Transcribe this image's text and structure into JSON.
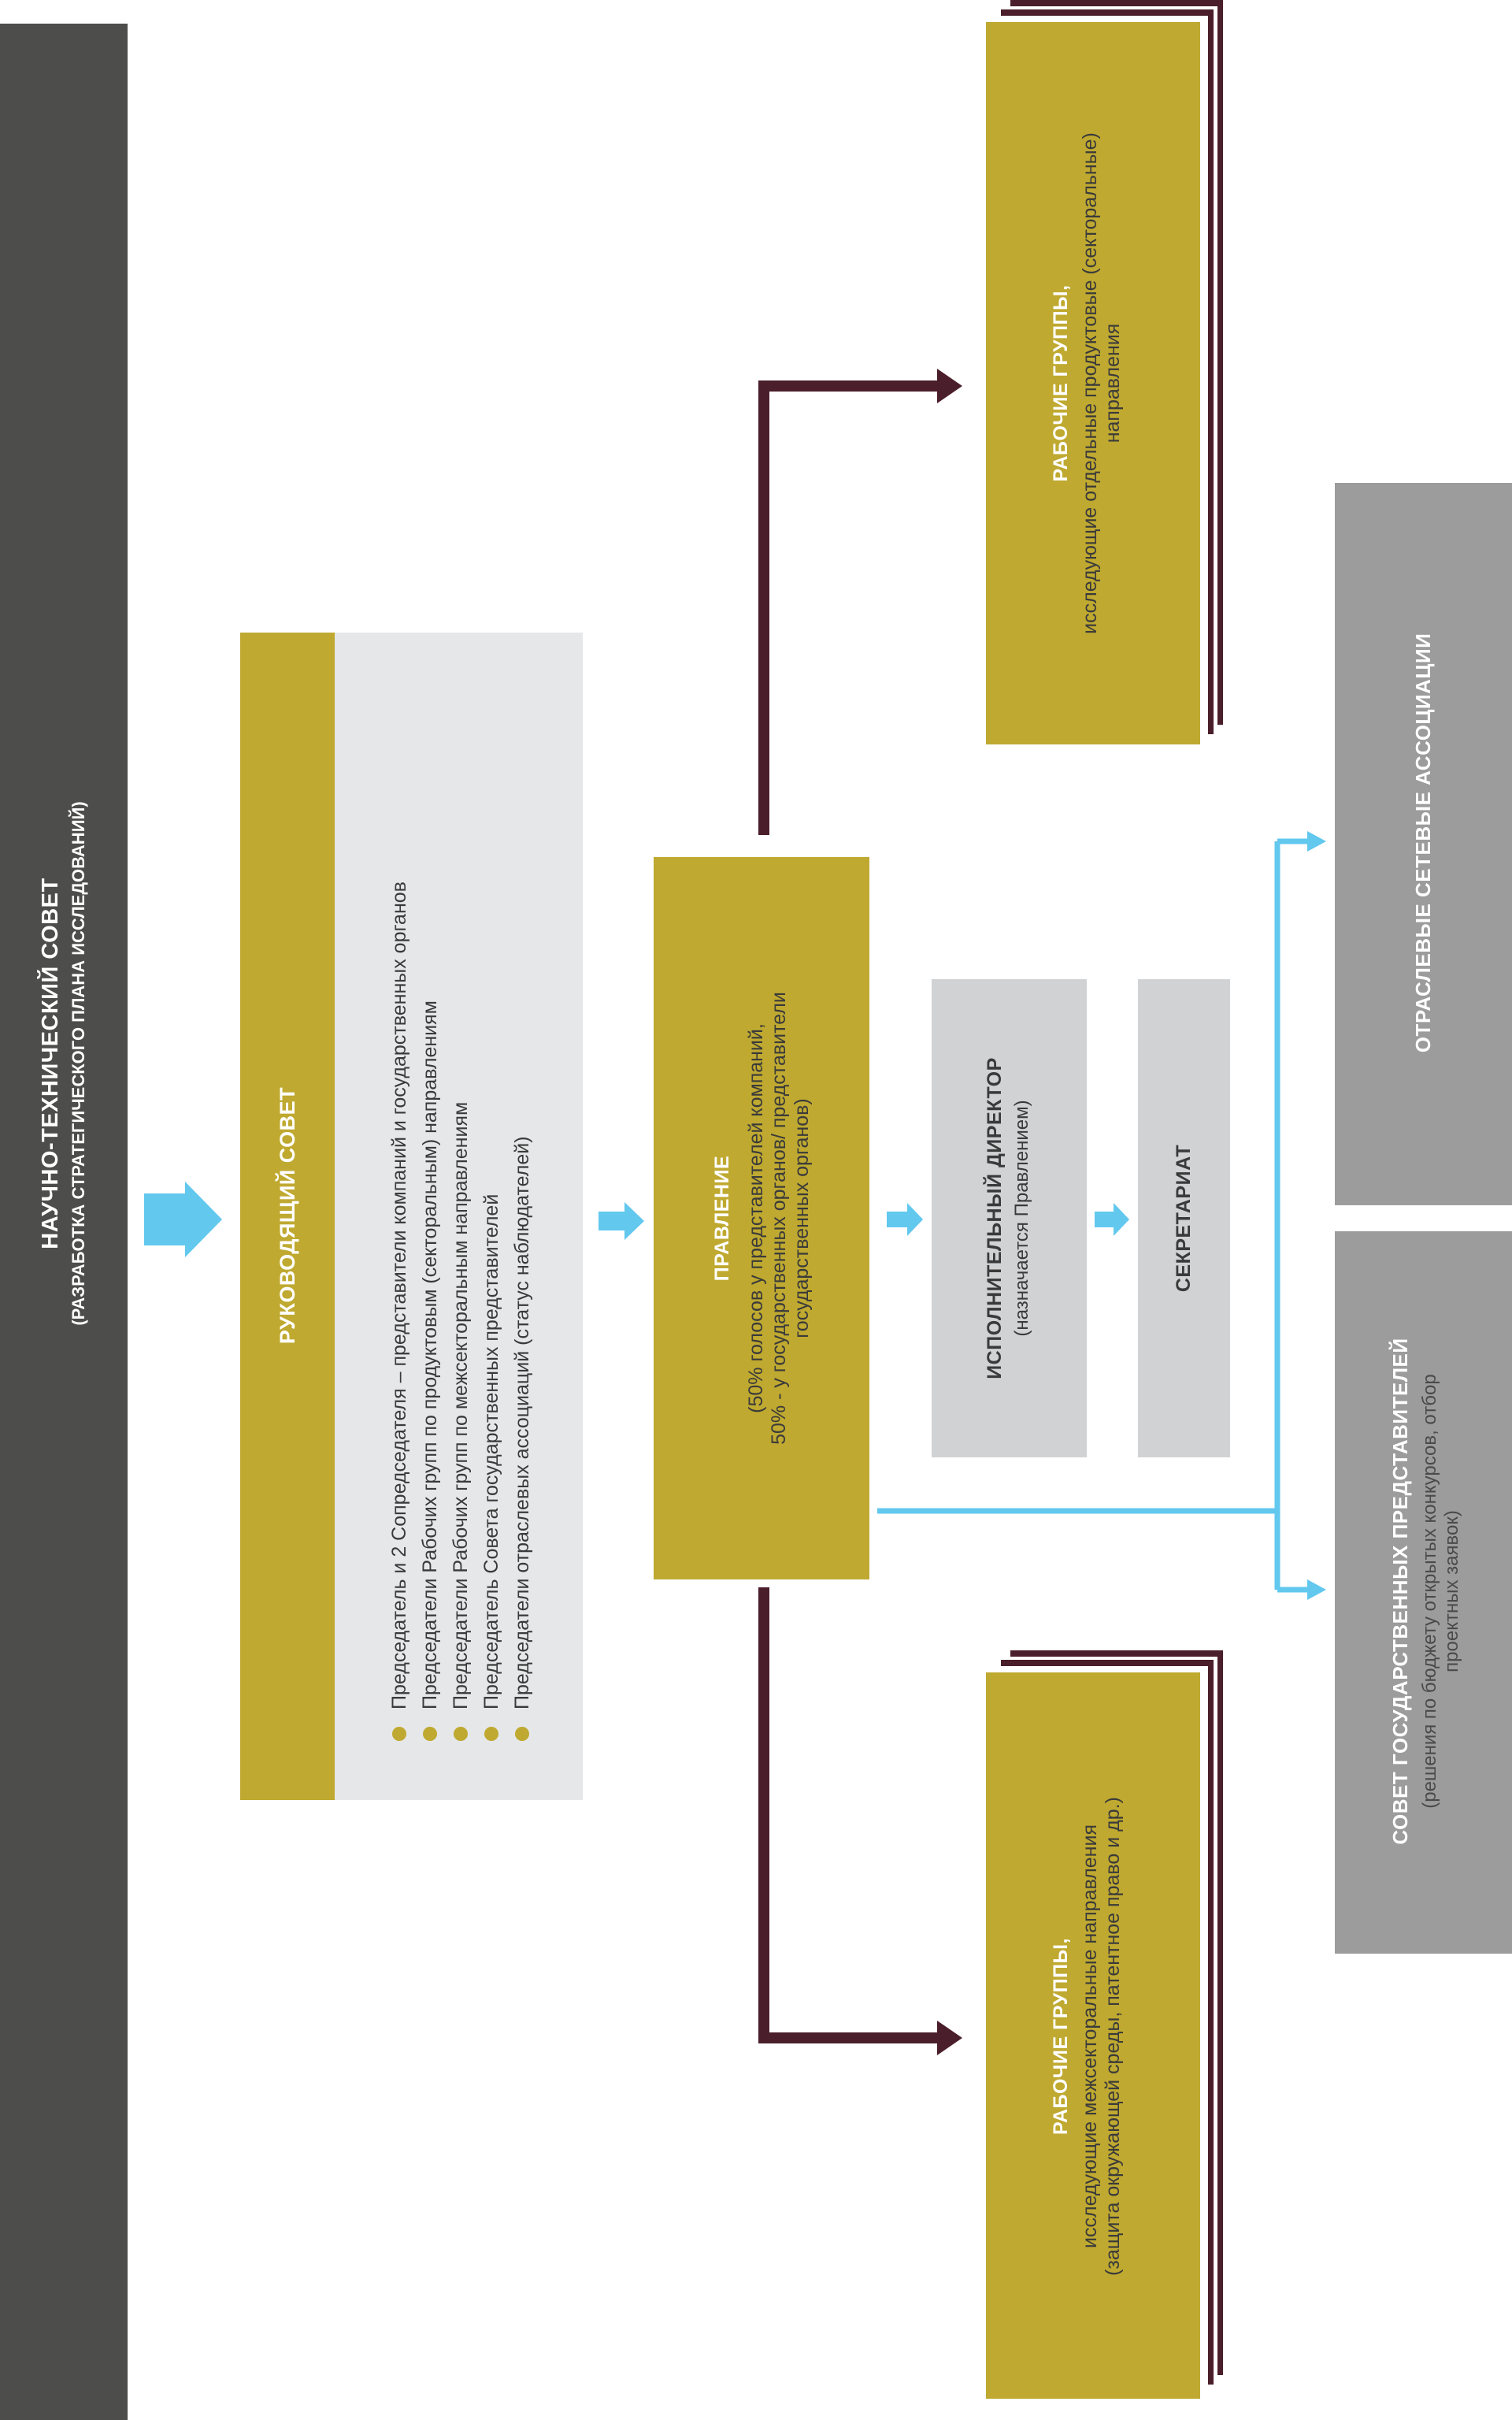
{
  "nts": {
    "title": "НАУЧНО-ТЕХНИЧЕСКИЙ СОВЕТ",
    "subtitle": "(РАЗРАБОТКА СТРАТЕГИЧЕСКОГО ПЛАНА ИССЛЕДОВАНИЙ)"
  },
  "steering": {
    "title": "РУКОВОДЯЩИЙ СОВЕТ",
    "items": [
      "Председатель и 2 Сопредседателя – представители компаний и государственных органов",
      "Председатели Рабочих групп по продуктовым (секторальным) направлениям",
      "Председатели Рабочих групп по межсекторальным направлениям",
      "Председатель Совета государственных представителей",
      "Председатели отраслевых ассоциаций (статус наблюдателей)"
    ]
  },
  "board": {
    "title": "ПРАВЛЕНИЕ",
    "line1": "(50% голосов у представителей компаний,",
    "line2": "50% - у государственных органов/ представители",
    "line3": "государственных органов)"
  },
  "director": {
    "title": "ИСПОЛНИТЕЛЬНЫЙ ДИРЕКТОР",
    "note": "(назначается Правлением)"
  },
  "secretariat": {
    "title": "СЕКРЕТАРИАТ"
  },
  "wg_product": {
    "title": "РАБОЧИЕ ГРУППЫ,",
    "line1": "исследующие отдельные продуктовые (секторальные)",
    "line2": "направления"
  },
  "wg_cross": {
    "title": "РАБОЧИЕ ГРУППЫ,",
    "line1": "исследующие межсекторальные направления",
    "line2": "(защита окружающей среды, патентное право и др.)"
  },
  "associations": {
    "title": "ОТРАСЛЕВЫЕ СЕТЕВЫЕ АССОЦИАЦИИ"
  },
  "gov_council": {
    "title": "СОВЕТ ГОСУДАРСТВЕННЫХ ПРЕДСТАВИТЕЛЕЙ",
    "line1": "(решения по бюджету открытых конкурсов, отбор",
    "line2": "проектных заявок)"
  },
  "colors": {
    "dark_bar": "#4d4d4b",
    "gold": "#bfa930",
    "maroon": "#4a1e2a",
    "light_grey": "#e6e7e8",
    "mid_grey": "#d1d2d4",
    "grey_box": "#9c9c9c",
    "cyan": "#62c8ee"
  }
}
